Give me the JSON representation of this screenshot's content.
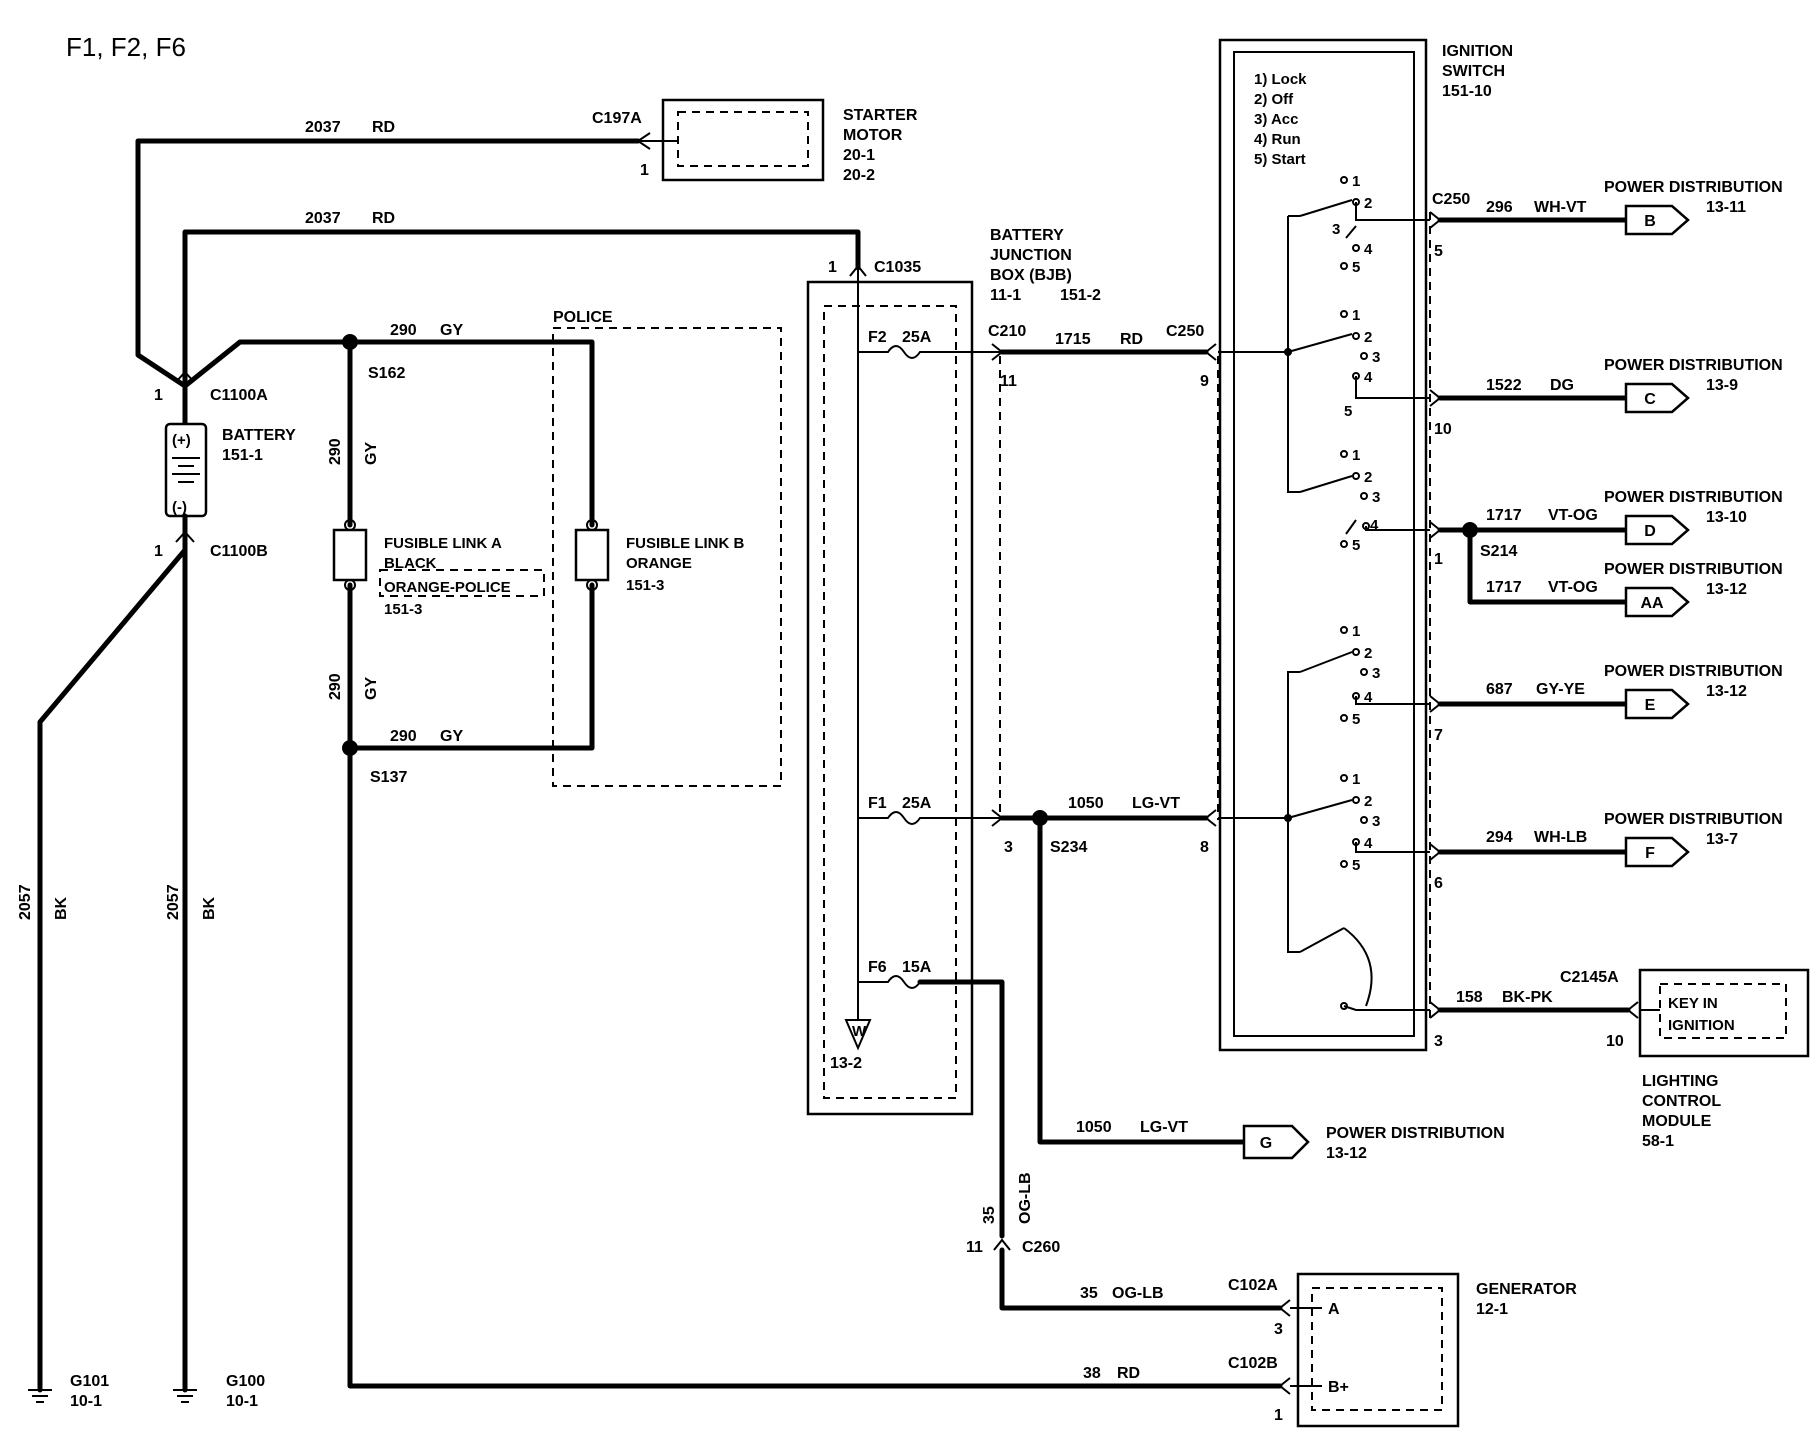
{
  "title": "F1, F2, F6",
  "wires": {
    "w2037_top": {
      "num": "2037",
      "color": "RD"
    },
    "w2037_mid": {
      "num": "2037",
      "color": "RD"
    },
    "w290_top": {
      "num": "290",
      "color": "GY"
    },
    "w290_vert_a": {
      "num": "290",
      "color": "GY"
    },
    "w290_vert_b": {
      "num": "290",
      "color": "GY"
    },
    "w290_bot": {
      "num": "290",
      "color": "GY"
    },
    "w2057_left": {
      "num": "2057",
      "color": "BK"
    },
    "w2057_mid": {
      "num": "2057",
      "color": "BK"
    },
    "w1715": {
      "num": "1715",
      "color": "RD"
    },
    "w1050_top": {
      "num": "1050",
      "color": "LG-VT"
    },
    "w1050_bot": {
      "num": "1050",
      "color": "LG-VT"
    },
    "w296": {
      "num": "296",
      "color": "WH-VT"
    },
    "w1522": {
      "num": "1522",
      "color": "DG"
    },
    "w1717_a": {
      "num": "1717",
      "color": "VT-OG"
    },
    "w1717_b": {
      "num": "1717",
      "color": "VT-OG"
    },
    "w687": {
      "num": "687",
      "color": "GY-YE"
    },
    "w294": {
      "num": "294",
      "color": "WH-LB"
    },
    "w158": {
      "num": "158",
      "color": "BK-PK"
    },
    "w35_vert": {
      "num": "35",
      "color": "OG-LB"
    },
    "w35_horz": {
      "num": "35",
      "color": "OG-LB"
    },
    "w38": {
      "num": "38",
      "color": "RD"
    }
  },
  "connectors": {
    "c197a": "C197A",
    "c197a_pin": "1",
    "c1035": "C1035",
    "c1035_pin": "1",
    "c1100a": "C1100A",
    "c1100a_pin": "1",
    "c1100b": "C1100B",
    "c1100b_pin": "1",
    "c210": "C210",
    "c210_pin": "11",
    "c250_bjb": "C250",
    "c250_bjb_pin": "9",
    "c250_sw": "C250",
    "sw_pin_5": "5",
    "sw_pin_10": "10",
    "sw_pin_1": "1",
    "sw_pin_7": "7",
    "sw_pin_6": "6",
    "sw_pin_3": "3",
    "f1_pin3": "3",
    "f1_pin8": "8",
    "c260": "C260",
    "c260_pin": "11",
    "c102a": "C102A",
    "c102a_pin": "3",
    "c102b": "C102B",
    "c102b_pin": "1",
    "c2145a": "C2145A",
    "c2145a_pin": "10"
  },
  "splices": {
    "s162": "S162",
    "s137": "S137",
    "s214": "S214",
    "s234": "S234"
  },
  "components": {
    "starter": {
      "name1": "STARTER",
      "name2": "MOTOR",
      "ref1": "20-1",
      "ref2": "20-2"
    },
    "battery": {
      "name": "BATTERY",
      "ref": "151-1",
      "pos": "(+)",
      "neg": "(-)"
    },
    "fuse_a": {
      "l1": "FUSIBLE LINK A",
      "l2": "BLACK",
      "l3": "ORANGE-POLICE",
      "ref": "151-3"
    },
    "fuse_b": {
      "l1": "FUSIBLE LINK B",
      "l2": "ORANGE",
      "ref": "151-3"
    },
    "police": "POLICE",
    "bjb": {
      "l1": "BATTERY",
      "l2": "JUNCTION",
      "l3": "BOX (BJB)",
      "ref1": "11-1",
      "ref2": "151-2"
    },
    "f2": {
      "name": "F2",
      "rating": "25A"
    },
    "f1": {
      "name": "F1",
      "rating": "25A"
    },
    "f6": {
      "name": "F6",
      "rating": "15A"
    },
    "w_ref": {
      "sym": "W",
      "ref": "13-2"
    },
    "ign": {
      "name1": "IGNITION",
      "name2": "SWITCH",
      "ref": "151-10",
      "pos1": "1) Lock",
      "pos2": "2) Off",
      "pos3": "3) Acc",
      "pos4": "4) Run",
      "pos5": "5) Start"
    },
    "generator": {
      "name": "GENERATOR",
      "ref": "12-1",
      "pin_a": "A",
      "pin_b": "B+"
    },
    "lcm": {
      "l1": "LIGHTING",
      "l2": "CONTROL",
      "l3": "MODULE",
      "ref": "58-1",
      "inner1": "KEY IN",
      "inner2": "IGNITION"
    },
    "grounds": {
      "g101": "G101",
      "g101_ref": "10-1",
      "g100": "G100",
      "g100_ref": "10-1"
    }
  },
  "switch_contacts": [
    "1",
    "2",
    "3",
    "4",
    "5"
  ],
  "power_dist": {
    "label": "POWER DISTRIBUTION",
    "b": {
      "letter": "B",
      "ref": "13-11"
    },
    "c": {
      "letter": "C",
      "ref": "13-9"
    },
    "d": {
      "letter": "D",
      "ref": "13-10"
    },
    "aa": {
      "letter": "AA",
      "ref": "13-12"
    },
    "e": {
      "letter": "E",
      "ref": "13-12"
    },
    "f": {
      "letter": "F",
      "ref": "13-7"
    },
    "g": {
      "letter": "G",
      "ref": "13-12"
    }
  }
}
